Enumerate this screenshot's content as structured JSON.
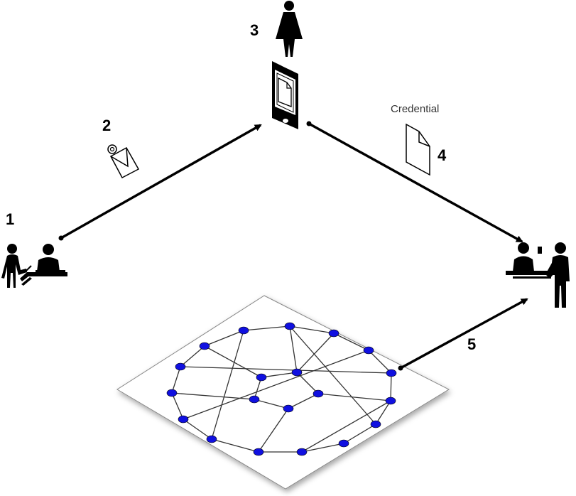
{
  "steps": {
    "one": "1",
    "two": "2",
    "three": "3",
    "four": "4",
    "five": "5"
  },
  "credential_label": "Credential",
  "colors": {
    "node": "#1010e0",
    "line": "#000000",
    "edge": "#333333"
  },
  "icons": {
    "issuer": "issuer-desk-icon",
    "email": "email-envelope-icon",
    "holder_person": "person-woman-icon",
    "holder_phone": "smartphone-icon",
    "credential": "document-icon",
    "verifier": "verifier-desk-icon",
    "ledger": "network-ledger-icon"
  }
}
